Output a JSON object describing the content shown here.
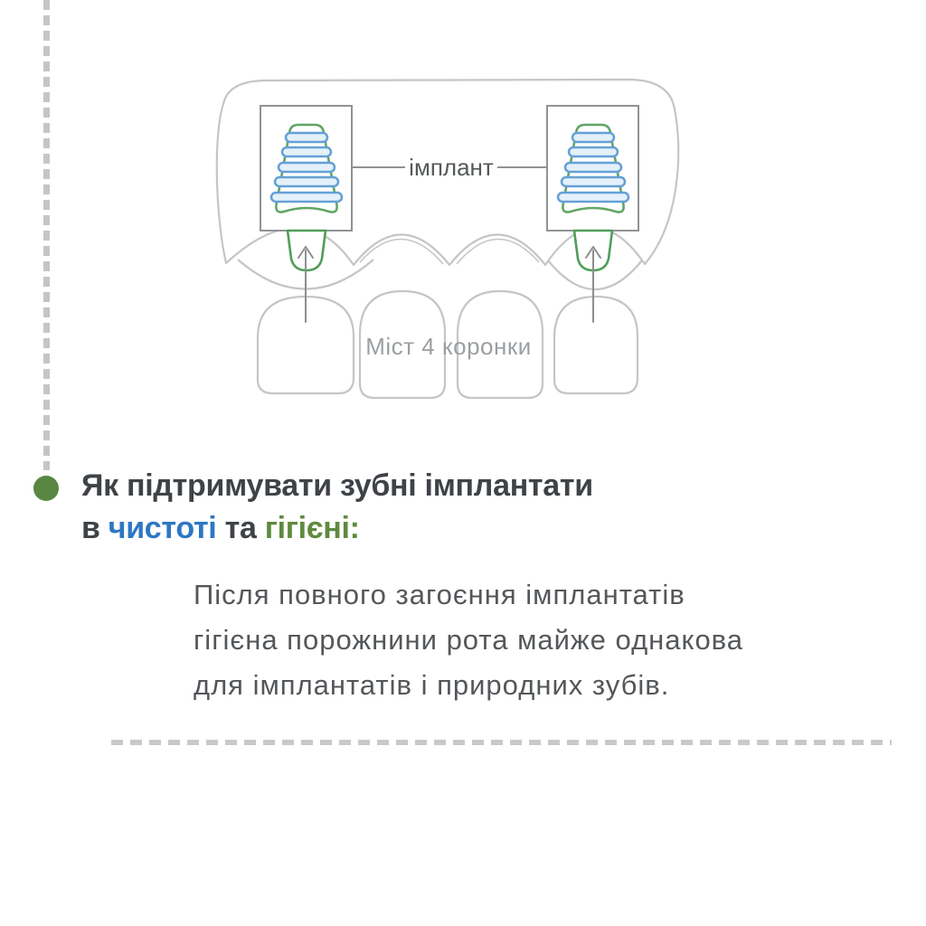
{
  "page": {
    "background": "#ffffff"
  },
  "diagram": {
    "implant_label": "імплант",
    "bridge_label": "Міст 4 коронки",
    "colors": {
      "outline_gray": "#c3c6c7",
      "detail_gray": "#8f9294",
      "implant_green": "#61a566",
      "abutment_green": "#4f9e58",
      "thread_blue": "#64a0d6",
      "thread_fill": "#e4f0fa",
      "implant_label_text": "#54585a",
      "bridge_label_text": "#9b9fa2"
    }
  },
  "heading": {
    "line1": "Як підтримувати зубні імплантати",
    "line2": [
      {
        "text": "в",
        "color": "#3f4347"
      },
      {
        "text": "чистоті",
        "color": "#2d77c4"
      },
      {
        "text": "та",
        "color": "#3f4347"
      },
      {
        "text": "гігієні:",
        "color": "#5f8a3e"
      }
    ]
  },
  "paragraph": {
    "lines": [
      "Після повного загоєння імплантатів",
      "гігієна порожнини рота майже однакова",
      "для імплантатів і природних зубів."
    ]
  },
  "decor": {
    "dot_color": "#598742",
    "vertical_dash_color": "#c5c5c5",
    "divider_dash_color": "#c9c9c9"
  }
}
